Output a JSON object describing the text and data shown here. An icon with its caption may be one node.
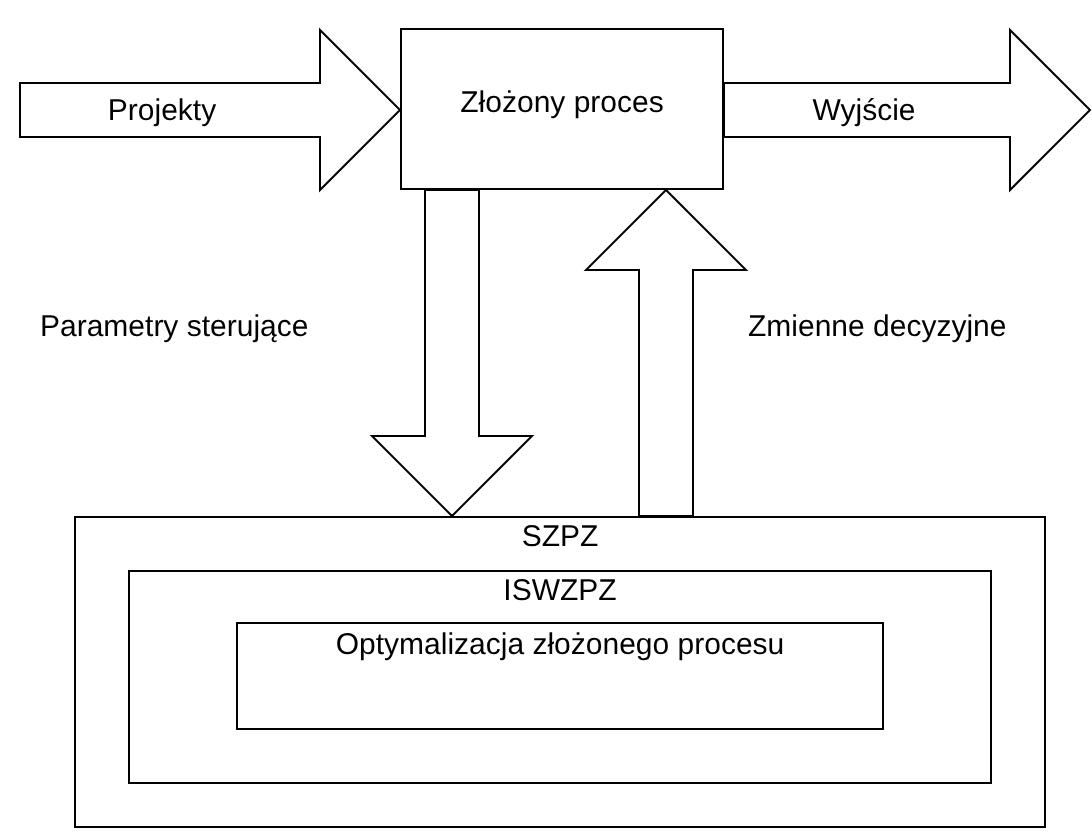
{
  "diagram": {
    "nodes": [
      {
        "text": [
          "Złożony proces"
        ]
      },
      {
        "text": [
          "SZPZ"
        ]
      },
      {
        "text": [
          "ISWZPZ"
        ],
        "in": 1
      },
      {
        "text": [
          "Optymalizacja złożonego procesu"
        ],
        "in": 2
      }
    ],
    "edges": [
      {
        "from": null,
        "to": 0,
        "arrow": "to",
        "label": "Projekty"
      },
      {
        "from": 0,
        "to": null,
        "arrow": "to",
        "label": "Wyjście"
      },
      {
        "from": 0,
        "to": 1,
        "arrow": "to",
        "label": "Parametry sterujące"
      },
      {
        "from": 1,
        "to": 0,
        "arrow": "to",
        "label": "Zmienne decyzyjne"
      }
    ]
  }
}
